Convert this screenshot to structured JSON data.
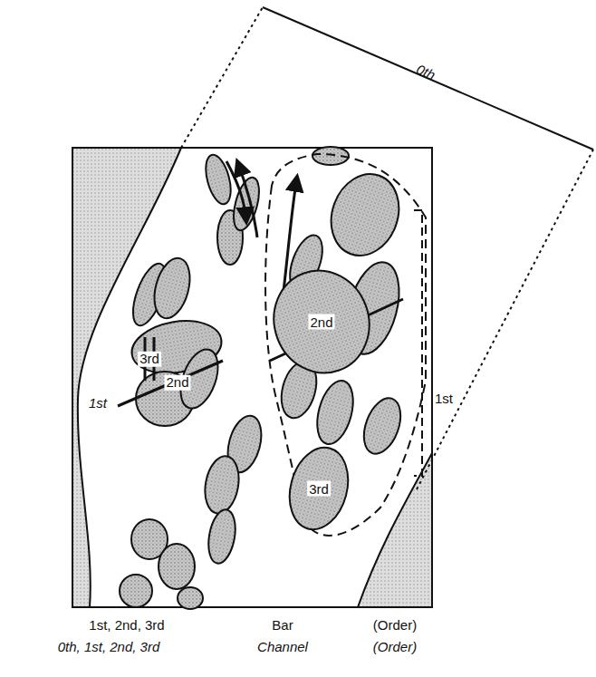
{
  "diagram": {
    "nodes": [
      {
        "text": [
          "2nd"
        ]
      },
      {
        "text": [
          "3rd"
        ]
      }
    ],
    "labels": [
      "0th",
      "1st",
      "3rd",
      "2nd",
      "1st",
      "1st, 2nd, 3rd",
      "Bar",
      "(Order)",
      "0th, 1st, 2nd, 3rd",
      "Channel",
      "(Order)"
    ]
  }
}
